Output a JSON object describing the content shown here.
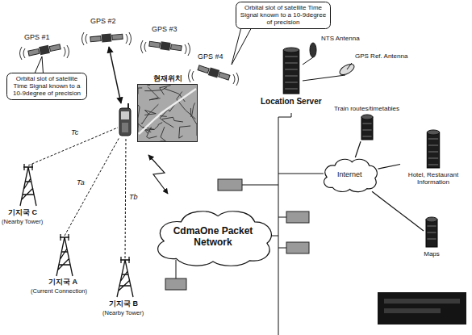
{
  "diagram": {
    "nodes": [
      {
        "text": [
          "Orbital slot of satellite Time Signal known to a 10-9degree of precision"
        ]
      },
      {
        "text": [
          "Orbital slot of satellite Time Signal known to a 10-9degree of precision"
        ]
      },
      {
        "text": [
          "현재위치"
        ]
      },
      {
        "text": [
          "Location Server"
        ]
      },
      {
        "text": [
          "CdmaOne Packet Network"
        ]
      },
      {
        "text": [
          "Internet"
        ]
      },
      {
        "text": [
          "Train routes/timetables"
        ]
      },
      {
        "text": [
          "Hotel, Restaurant Information"
        ]
      },
      {
        "text": [
          "Maps"
        ]
      }
    ],
    "edges": [
      {
        "from": 5,
        "to": 6,
        "arrow": "none"
      },
      {
        "from": 5,
        "to": 7,
        "arrow": "none"
      },
      {
        "from": 5,
        "to": 8,
        "arrow": "none"
      }
    ],
    "labels": [
      "GPS #1",
      "GPS #2",
      "GPS #3",
      "GPS #4",
      "NTS Antenna",
      "GPS Ref. Antenna",
      "Tc",
      "Ta",
      "Tb",
      "기지국 C",
      "(Nearby Tower)",
      "기지국 A",
      "(Current Connection)",
      "기지국 B",
      "(Nearby Tower)"
    ]
  }
}
